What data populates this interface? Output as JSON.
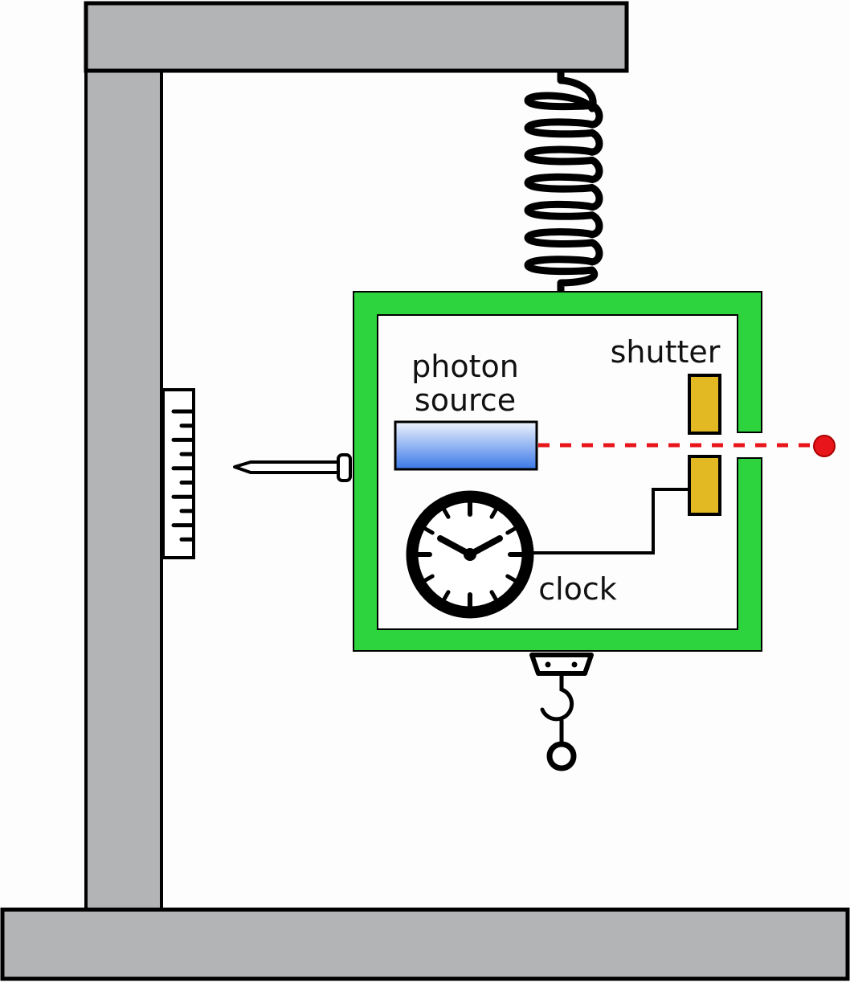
{
  "diagram": {
    "labels": {
      "photon_line1": "photon",
      "photon_line2": "source",
      "shutter": "shutter",
      "clock": "clock"
    },
    "colors": {
      "frame_gray": "#b3b4b6",
      "box_green": "#2ed43e",
      "shutter_gold": "#e2b823",
      "photon_top": "#eef3fd",
      "photon_bottom": "#3a78e8",
      "beam_red": "#e8161b",
      "outline": "#000000"
    },
    "components": [
      "support-stand",
      "spring",
      "box",
      "photon-source",
      "shutter",
      "clock",
      "ruler",
      "pointer",
      "hook",
      "photon"
    ],
    "spring_coils": 7,
    "ruler_ticks": 10
  }
}
